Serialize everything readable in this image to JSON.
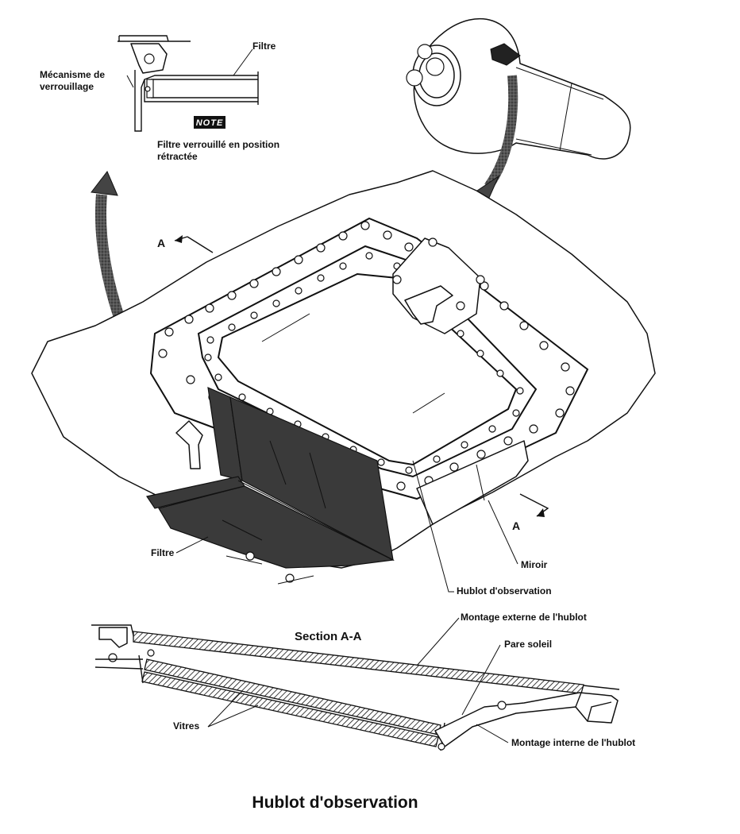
{
  "title": "Hublot d'observation",
  "section_title": "Section A-A",
  "note_badge": "NOTE",
  "labels": {
    "filtre_top": "Filtre",
    "mecanisme_line1": "Mécanisme de",
    "mecanisme_line2": "verrouillage",
    "note_text_line1": "Filtre verrouillé en position",
    "note_text_line2": "rétractée",
    "filtre_main": "Filtre",
    "miroir": "Miroir",
    "hublot": "Hublot d'observation",
    "montage_externe": "Montage externe de l'hublot",
    "pare_soleil": "Pare soleil",
    "montage_interne": "Montage interne de l'hublot",
    "vitres": "Vitres",
    "section_marker_a1": "A",
    "section_marker_a2": "A"
  }
}
